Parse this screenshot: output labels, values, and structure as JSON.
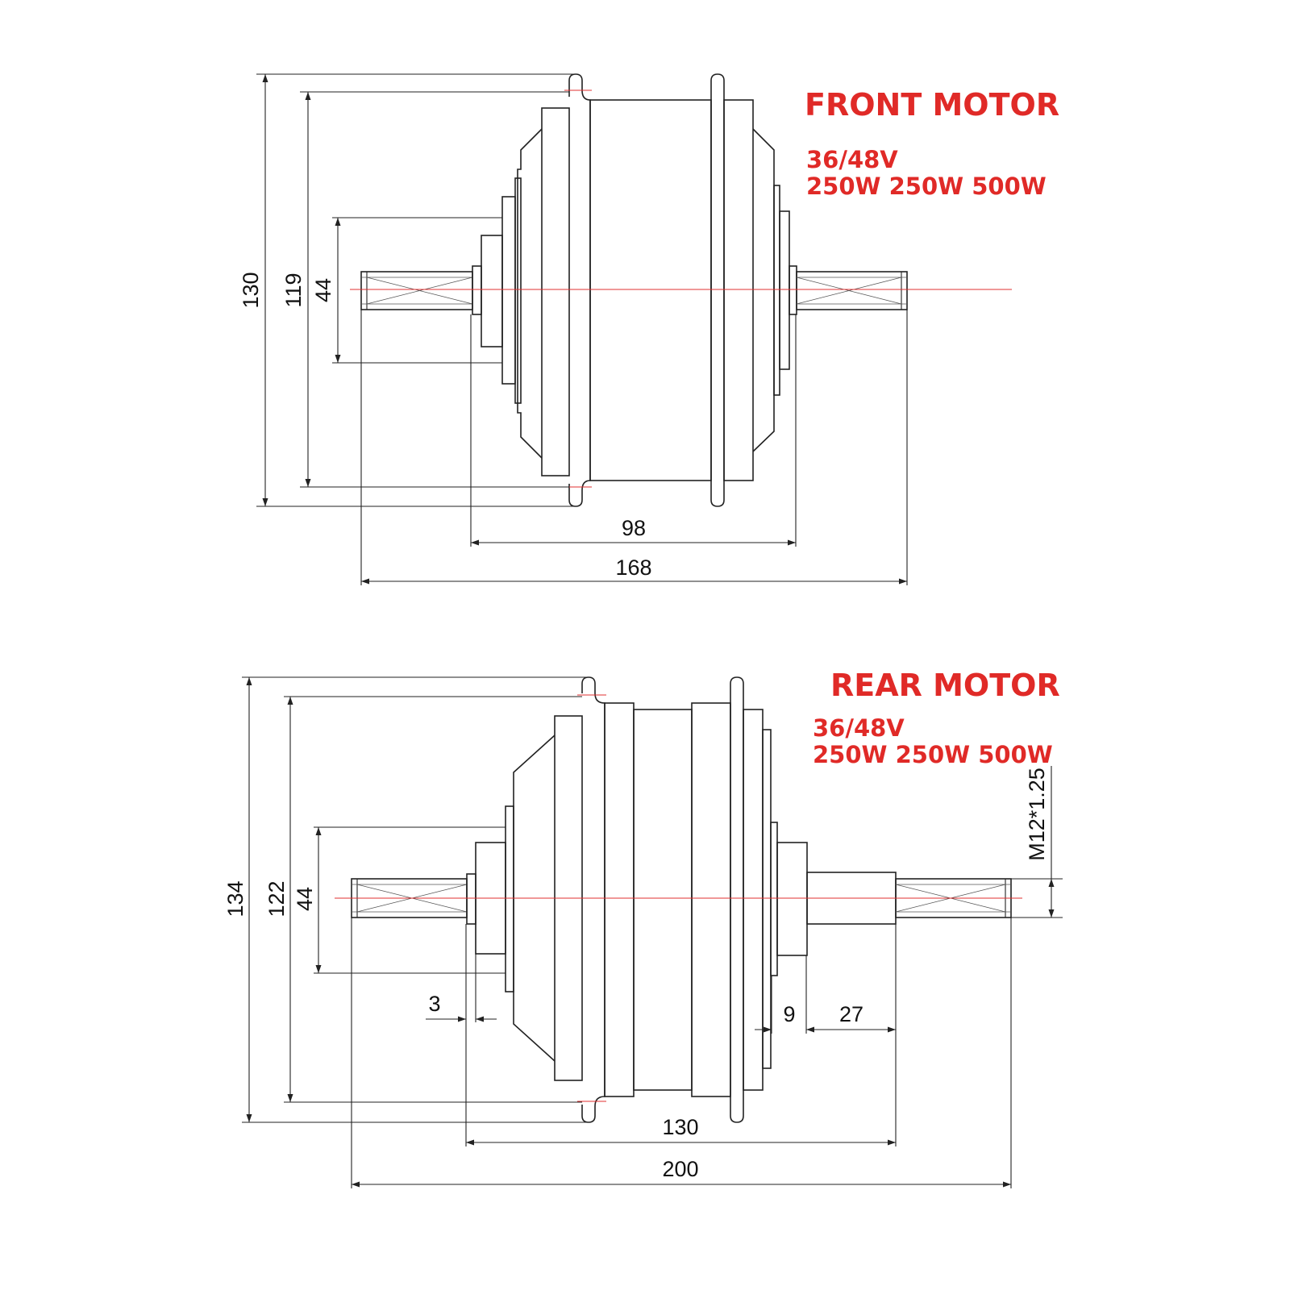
{
  "front": {
    "title": "FRONT MOTOR",
    "voltage": "36/48V",
    "power": "250W 250W 500W",
    "dims": {
      "overall_height": "130",
      "flange_pitch": "119",
      "bearing_diameter": "44",
      "body_width": "98",
      "overall_length": "168"
    }
  },
  "rear": {
    "title": "REAR MOTOR",
    "voltage": "36/48V",
    "power": "250W 250W 500W",
    "thread": "M12*1.25",
    "dims": {
      "overall_height": "134",
      "flange_pitch": "122",
      "bearing_diameter": "44",
      "left_spacer": "3",
      "right_spacer": "9",
      "right_shoulder": "27",
      "body_width": "130",
      "overall_length": "200"
    }
  },
  "colors": {
    "accent": "#e02a27",
    "line": "#222222",
    "axis": "#e03030"
  }
}
